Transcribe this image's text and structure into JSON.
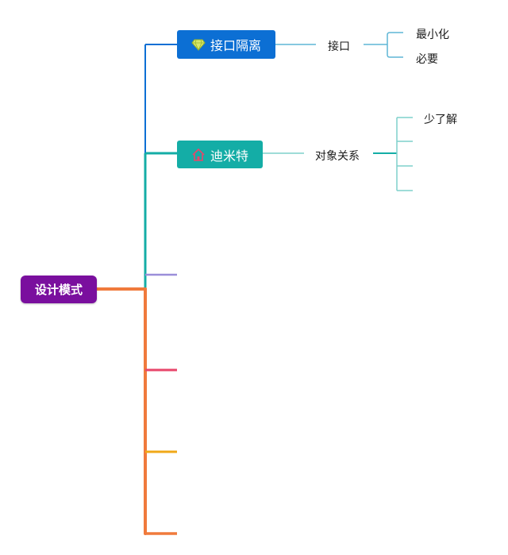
{
  "diagram": {
    "root": {
      "label": "设计模式"
    },
    "branches": [
      {
        "label": "接口隔离",
        "icon": "gem-icon",
        "color": "#0c6fd4",
        "children": [
          {
            "label": "接口",
            "children": [
              {
                "label": "最小化"
              },
              {
                "label": "必要"
              }
            ]
          }
        ]
      },
      {
        "label": "迪米特",
        "icon": "house-icon",
        "color": "#14ada6",
        "children": [
          {
            "label": "对象关系",
            "children": [
              {
                "label": "少了解"
              },
              {
                "label": ""
              },
              {
                "label": ""
              },
              {
                "label": ""
              }
            ]
          }
        ]
      },
      {
        "label": "",
        "color": "#9b8fd9"
      },
      {
        "label": "",
        "color": "#e8466b"
      },
      {
        "label": "",
        "color": "#f0a818"
      },
      {
        "label": "",
        "color": "#f07a3c"
      }
    ],
    "colors": {
      "root": "#7a0f9e",
      "root_connector": "#f07a3c",
      "trunk_upper": "#14ada6",
      "trunk_upper_top": "#0c6fd4",
      "sub_line_1": "#5fb6d6",
      "sub_line_2": "#14ada6"
    }
  }
}
